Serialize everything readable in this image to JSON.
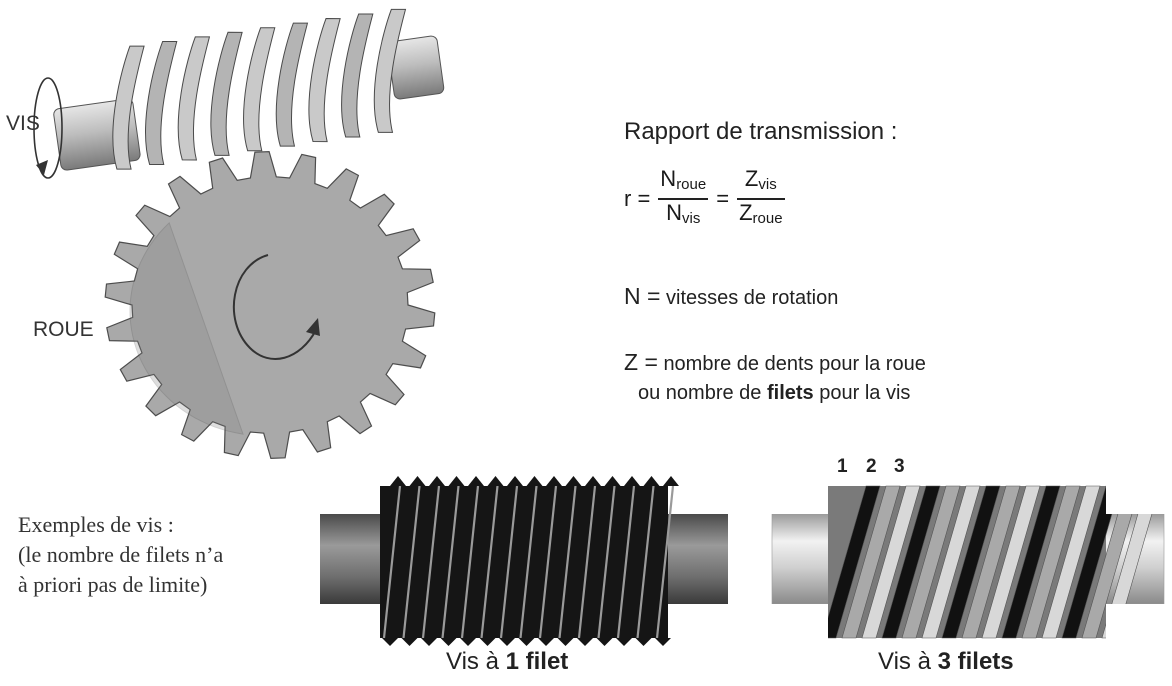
{
  "labels": {
    "vis": "VIS",
    "roue": "ROUE"
  },
  "formula": {
    "title": "Rapport de transmission :",
    "r": "r =",
    "num1": "N",
    "num1_sub": "roue",
    "den1": "N",
    "den1_sub": "vis",
    "eq": "=",
    "num2": "Z",
    "num2_sub": "vis",
    "den2": "Z",
    "den2_sub": "roue"
  },
  "definitions": {
    "n_symbol": "N =",
    "n_text": "vitesses de rotation",
    "z_symbol": "Z =",
    "z_text1": "nombre de dents pour la roue",
    "z_text2_prefix": "ou nombre de",
    "z_text2_bold": "filets",
    "z_text2_suffix": "pour la vis"
  },
  "examples": {
    "line1": "Exemples de vis :",
    "line2": "(le nombre de filets n’a",
    "line3": "à priori pas de limite)"
  },
  "captions": {
    "one_prefix": "Vis à",
    "one_bold": "1 filet",
    "three_prefix": "Vis à",
    "three_bold": "3 filets"
  },
  "thread_numbers": [
    "1",
    "2",
    "3"
  ],
  "colors": {
    "gear_gray": "#a8a8a8",
    "black_thread": "#111111",
    "shaft_gray": "#8a8a8a"
  }
}
